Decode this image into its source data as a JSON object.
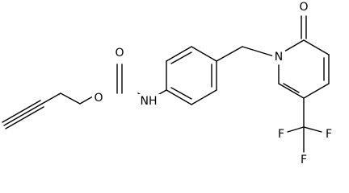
{
  "molecule": {
    "atoms": {
      "carbonyl_oxygen": "O",
      "ester_oxygen": "O",
      "amide_nitrogen": "NH",
      "ring_nitrogen": "N",
      "pyridone_oxygen": "O",
      "fluorine_top": "F",
      "fluorine_right": "F",
      "fluorine_bottom": "F"
    }
  }
}
